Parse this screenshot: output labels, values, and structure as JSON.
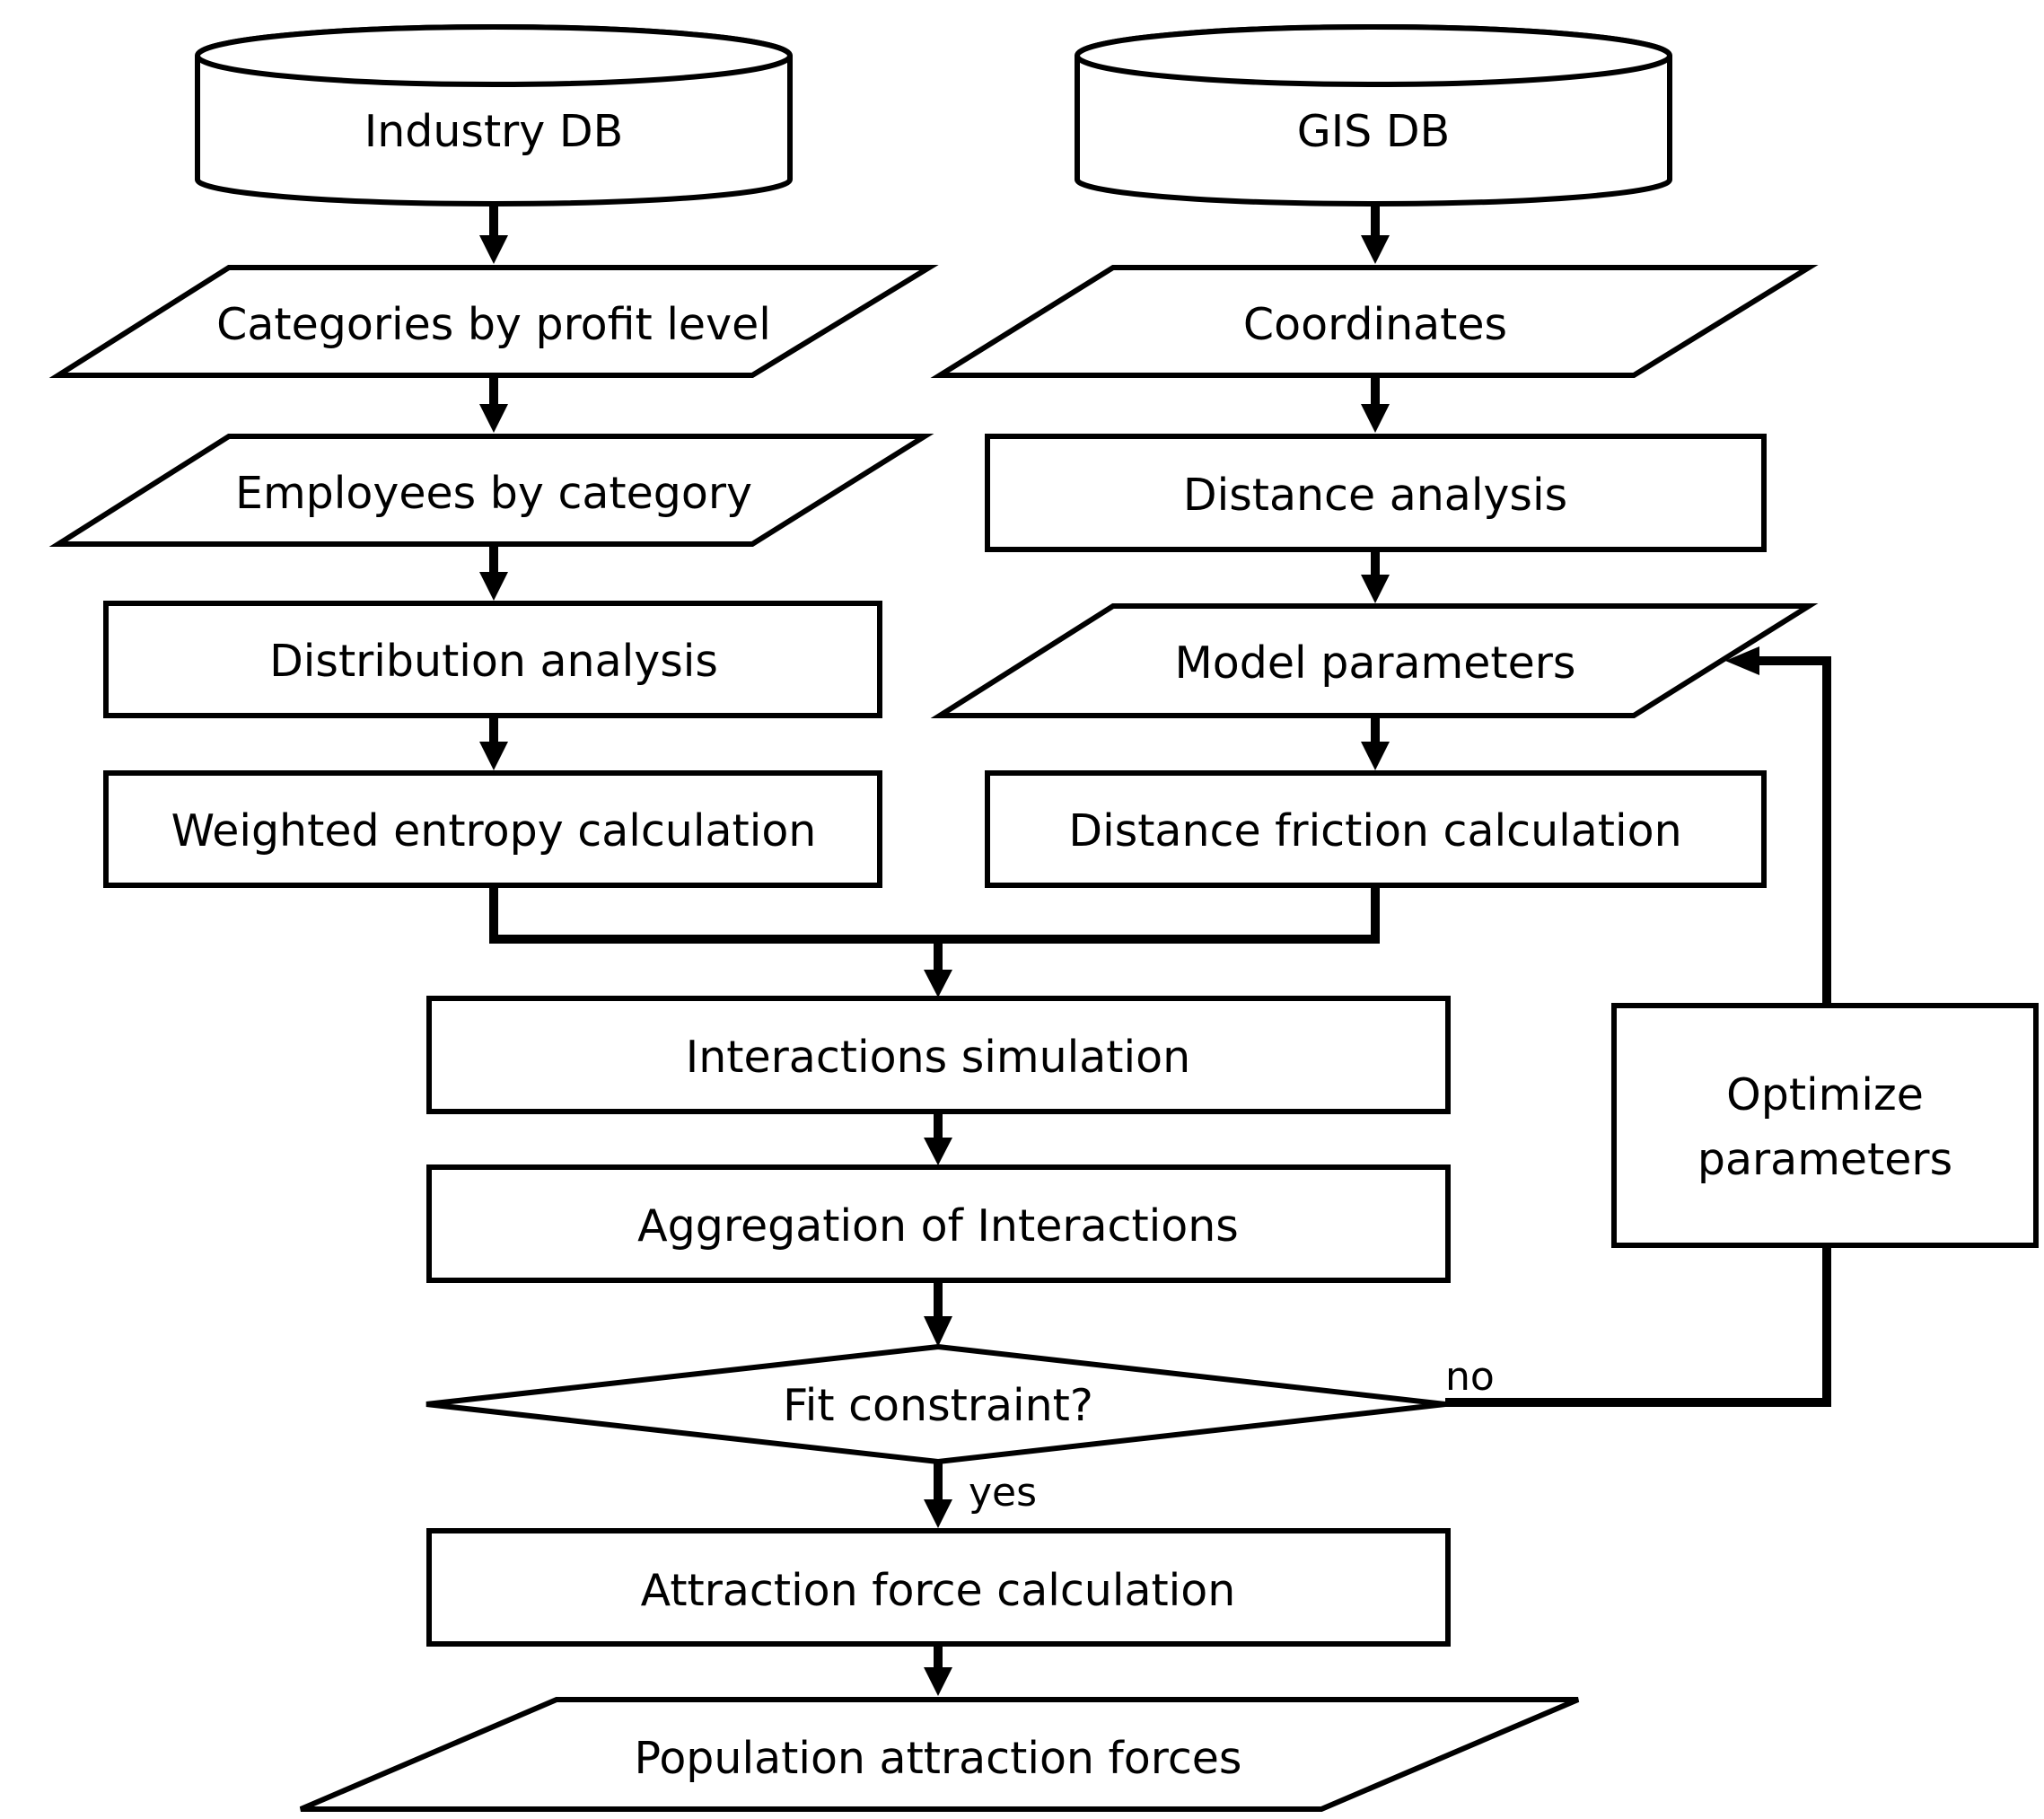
{
  "nodes": {
    "industry_db": "Industry DB",
    "gis_db": "GIS DB",
    "categories": "Categories by profit level",
    "coordinates": "Coordinates",
    "employees": "Employees by category",
    "distance_analysis": "Distance analysis",
    "distribution_analysis": "Distribution analysis",
    "model_parameters": "Model parameters",
    "weighted_entropy": "Weighted entropy calculation",
    "distance_friction": "Distance friction calculation",
    "interactions_simulation": "Interactions simulation",
    "aggregation": "Aggregation of Interactions",
    "fit_constraint": "Fit constraint?",
    "attraction_force": "Attraction force calculation",
    "population_attraction": "Population attraction forces",
    "optimize_line1": "Optimize",
    "optimize_line2": "parameters"
  },
  "labels": {
    "no": "no",
    "yes": "yes"
  },
  "colors": {
    "stroke": "#000000",
    "fill": "#ffffff"
  }
}
